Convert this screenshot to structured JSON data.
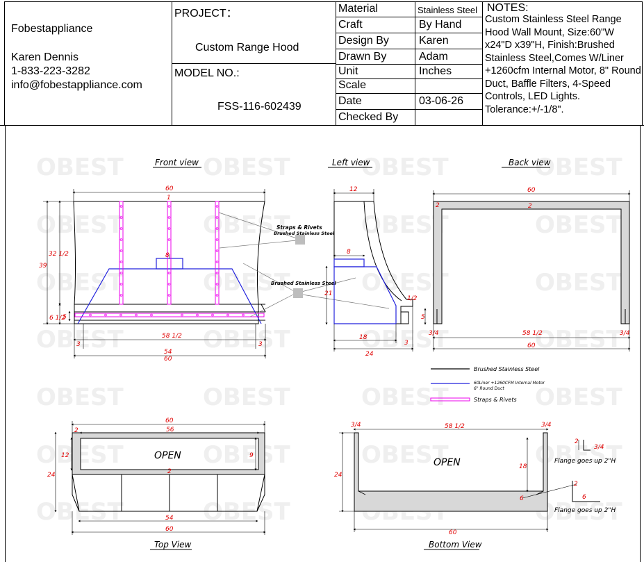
{
  "company": {
    "name": "Fobestappliance",
    "contact": "Karen Dennis",
    "phone": "1-833-223-3282",
    "email": "info@fobestappliance.com"
  },
  "project": {
    "label": "PROJECT：",
    "value": "Custom Range Hood"
  },
  "model": {
    "label": "MODEL NO.:",
    "value": "FSS-116-602439"
  },
  "specs": [
    {
      "label": "Material",
      "value": "Stainless Steel"
    },
    {
      "label": "Craft",
      "value": "By Hand"
    },
    {
      "label": "Design By",
      "value": "Karen"
    },
    {
      "label": "Drawn By",
      "value": "Adam"
    },
    {
      "label": "Unit",
      "value": "Inches"
    },
    {
      "label": "Scale",
      "value": ""
    },
    {
      "label": "Date",
      "value": "03-06-26"
    },
    {
      "label": "Checked By",
      "value": ""
    }
  ],
  "notes": {
    "title": "NOTES:",
    "text": "Custom Stainless Steel Range Hood Wall Mount, Size:60\"W x24\"D x39\"H, Finish:Brushed Stainless Steel,Comes W/Liner +1260cfm Internal Motor, 8\" Round Duct, Baffle Filters, 4-Speed Controls, LED Lights. Tolerance:+/-1/8\"."
  },
  "watermark": "OBEST",
  "views": {
    "front": "Front view",
    "left": "Left view",
    "back": "Back view",
    "top": "Top View",
    "bottom": "Bottom View"
  },
  "callouts": {
    "straps": "Straps & Rivets",
    "straps_sub": "Brushed Stainless Steel",
    "brushed": "Brushed Stainless Steel",
    "open": "OPEN",
    "flange": "Flange goes up 2\"H"
  },
  "legend": {
    "steel": "Brushed Stainless Steel",
    "liner1": "60Liner +1260CFM Internal Motor",
    "liner2": "6\" Round Duct",
    "straps": "Straps & Rivets"
  },
  "colors": {
    "dimension": "#e00000",
    "liner": "#2222dd",
    "straps": "#ee00ee",
    "grey": "#d8d8d8"
  },
  "dims": {
    "front": {
      "width_top": "60",
      "width_bottom_outer": "60",
      "width_bottom": "58 1/2",
      "total_height": "39",
      "upper_height": "32 1/2",
      "band": "6 1/2",
      "band_inner": "5",
      "center_strap": "1",
      "duct": "8",
      "side_left": "3",
      "side_right": "3",
      "width_54": "54"
    },
    "left": {
      "top": "12",
      "duct": "8",
      "height": "21",
      "bottom_inner": "18",
      "bottom": "24",
      "side": "1/2",
      "foot": "3"
    },
    "back": {
      "width": "60",
      "inner": "58 1/2",
      "wall": "2",
      "wall_top": "2",
      "leg": "5",
      "corner_left": "3/4",
      "corner_right": "3/4"
    },
    "top": {
      "width": "60",
      "inner": "56",
      "inner_bottom": "54",
      "depth": "24",
      "opening_depth": "12",
      "opening_inner": "9",
      "wall": "2",
      "center": "2"
    },
    "bottom": {
      "width": "60",
      "inner": "58 1/2",
      "depth": "24",
      "inner_depth": "18",
      "corner_left": "3/4",
      "corner_right": "3/4",
      "lip": "6",
      "flange_height": "2",
      "flange_width": "3/4",
      "flange_lip": "6",
      "flange_depth": "2"
    }
  }
}
